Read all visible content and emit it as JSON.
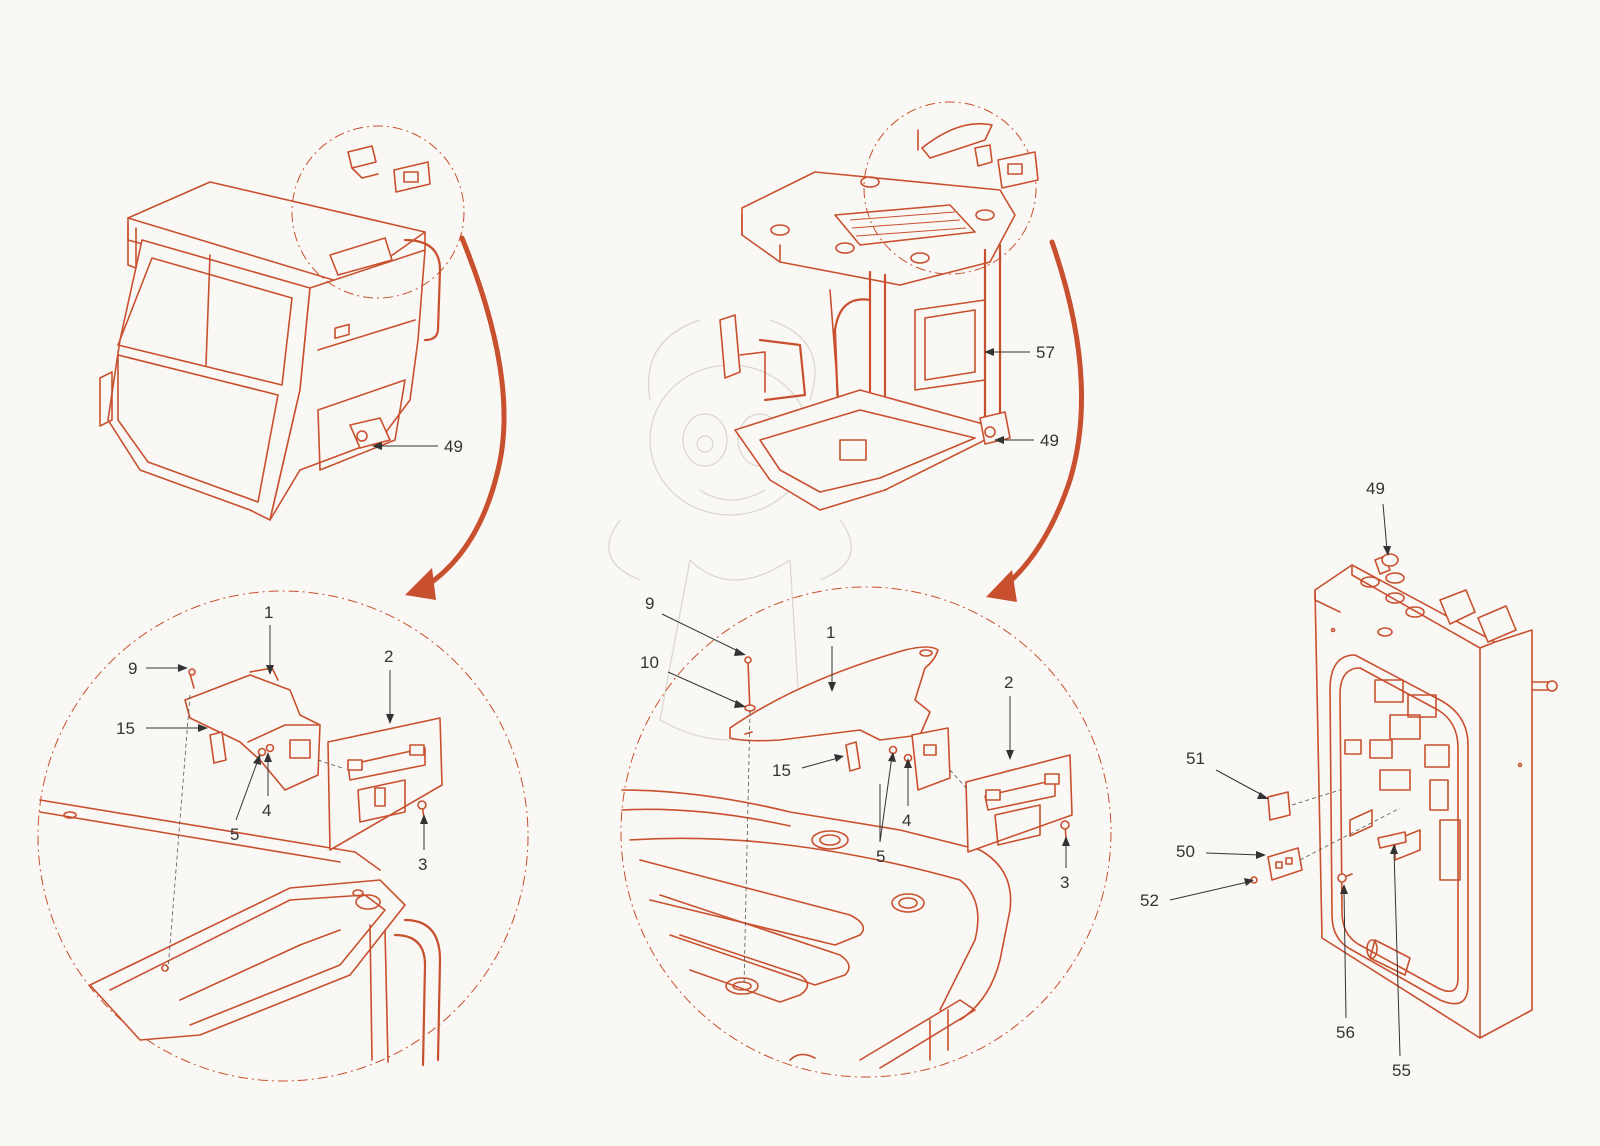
{
  "accent_color": "#c8502f",
  "views": {
    "cab": {
      "callouts": {
        "c49": "49"
      }
    },
    "canopy": {
      "callouts": {
        "c57": "57",
        "c49": "49"
      }
    },
    "detail_cab": {
      "callouts": {
        "c1": "1",
        "c2": "2",
        "c3": "3",
        "c4": "4",
        "c5": "5",
        "c9": "9",
        "c15": "15"
      }
    },
    "detail_canopy": {
      "callouts": {
        "c1": "1",
        "c2": "2",
        "c3": "3",
        "c4": "4",
        "c5": "5",
        "c9": "9",
        "c10": "10",
        "c15": "15"
      }
    },
    "control_box": {
      "callouts": {
        "c49": "49",
        "c50": "50",
        "c51": "51",
        "c52": "52",
        "c55": "55",
        "c56": "56"
      }
    }
  }
}
